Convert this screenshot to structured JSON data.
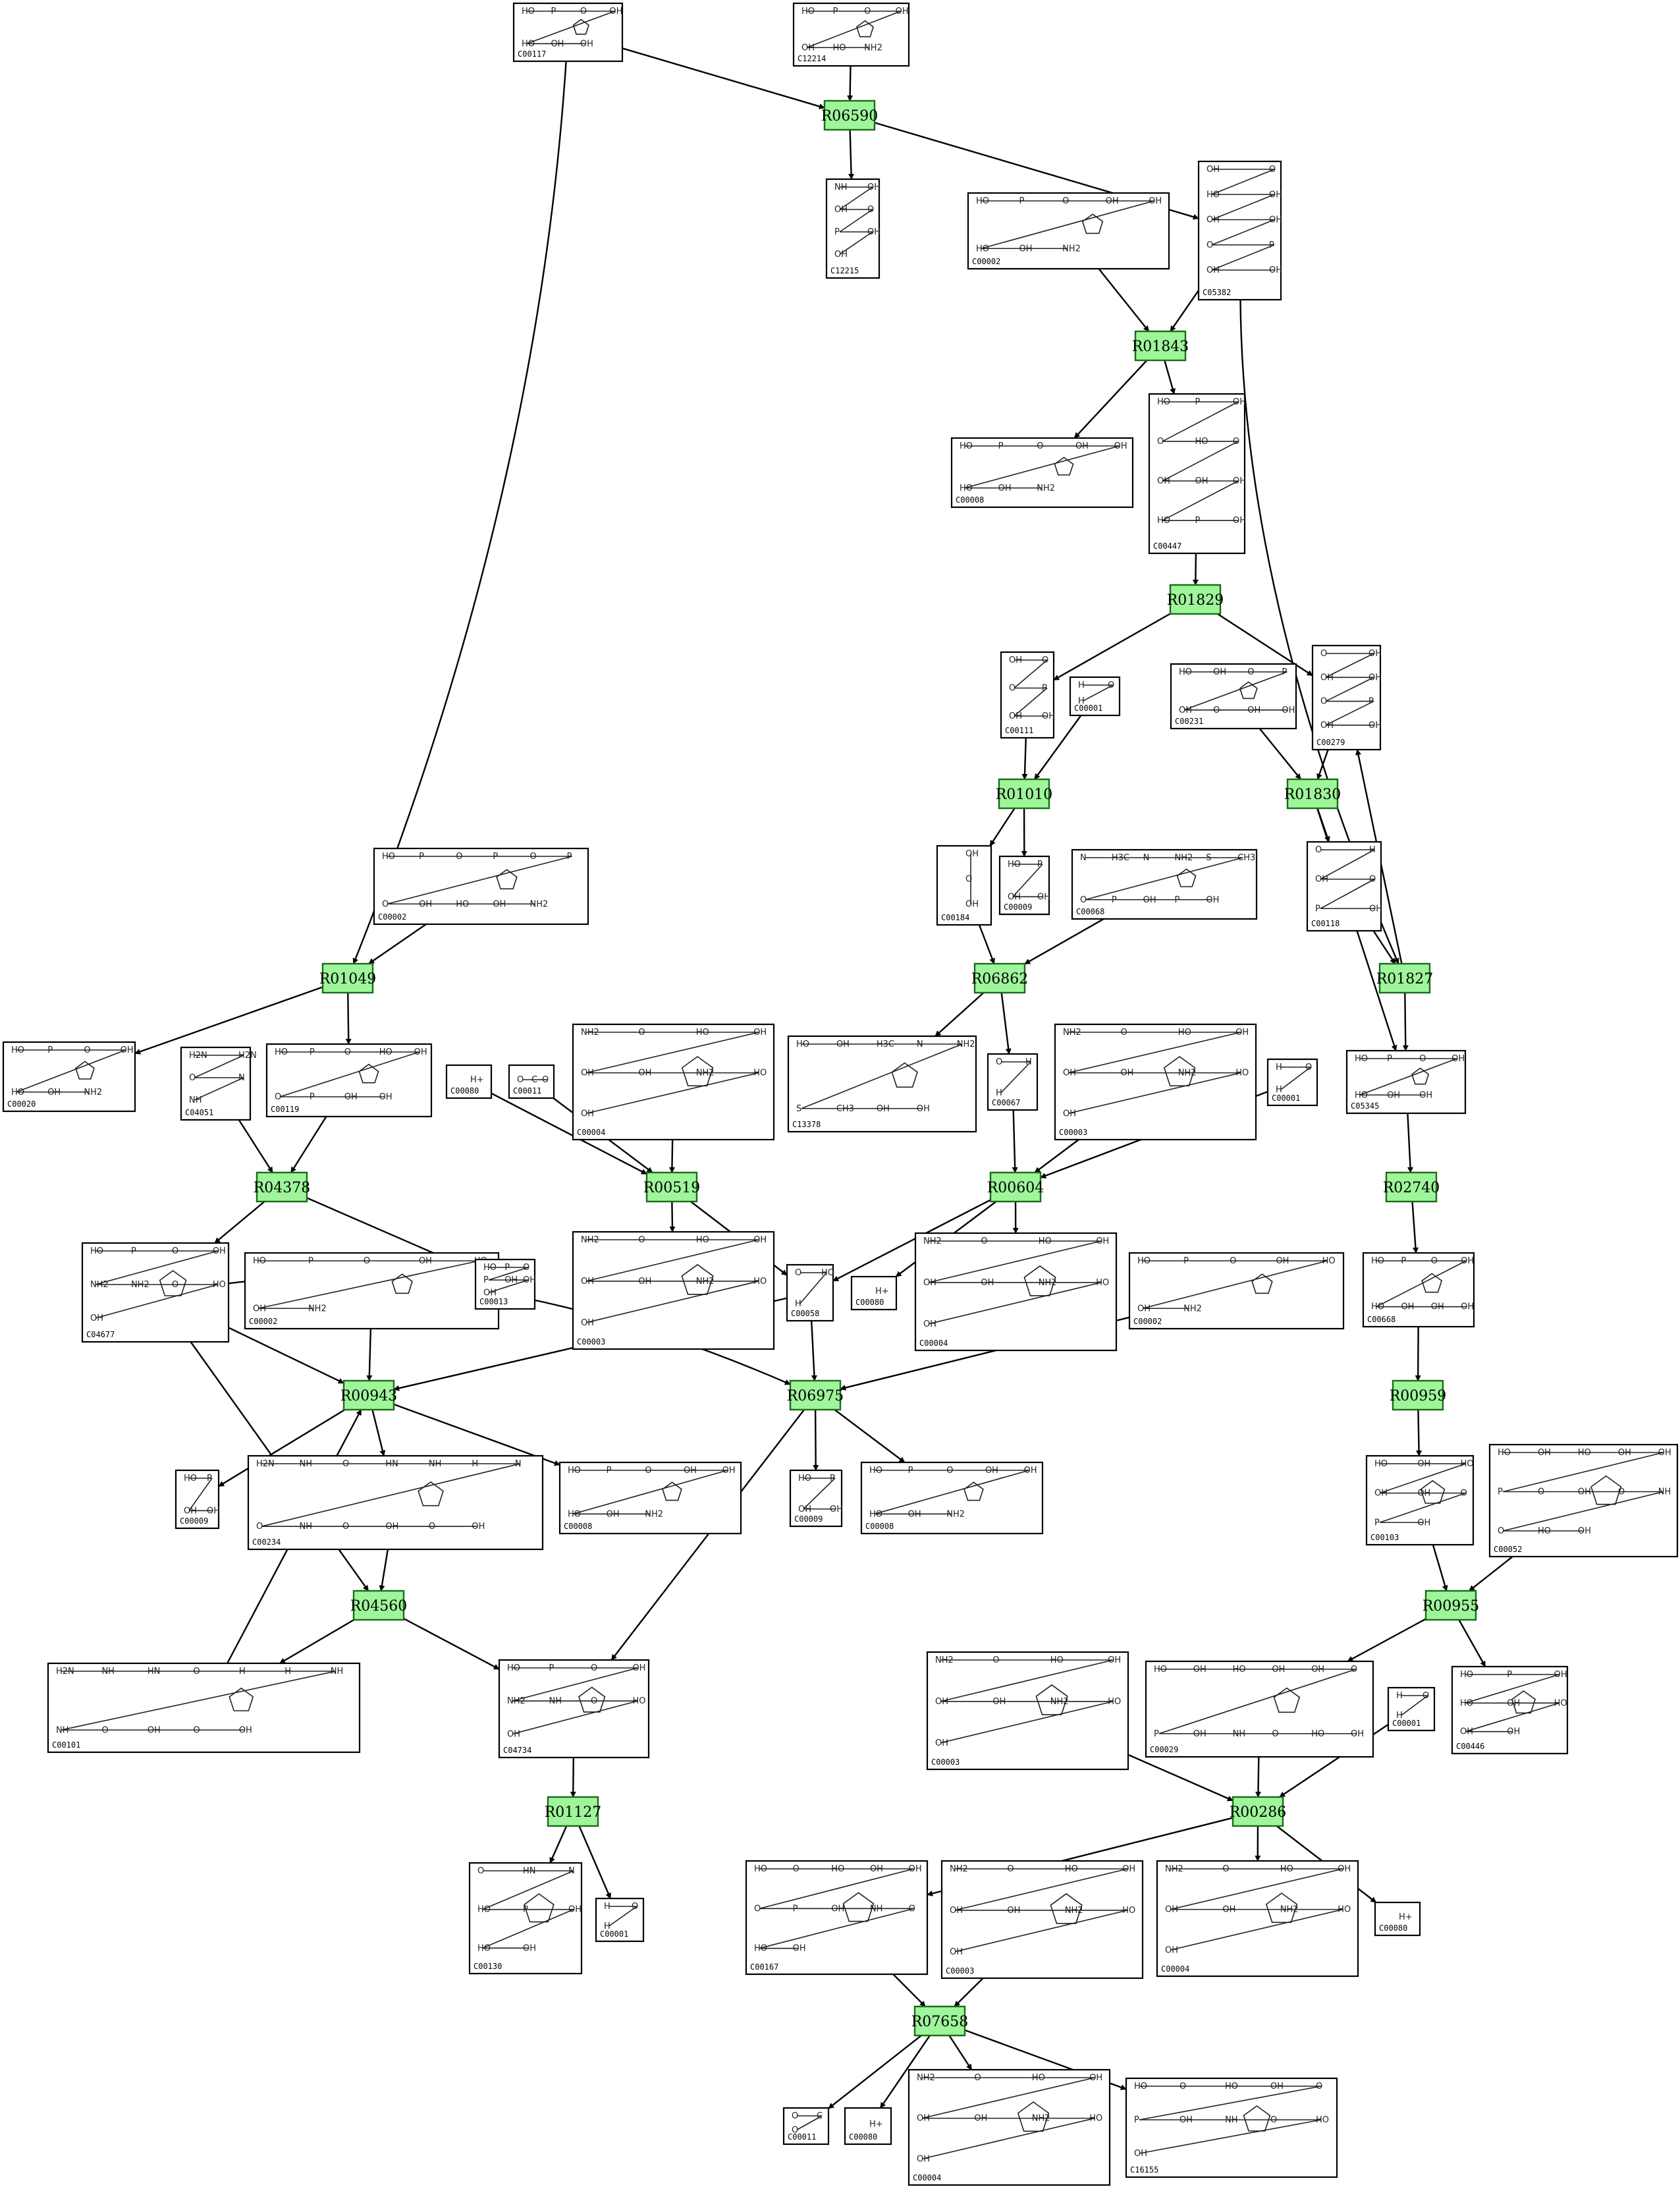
{
  "compounds": [
    {
      "id": "C00117",
      "atoms": [
        "HO",
        "P",
        "O",
        "OH",
        "HO",
        "OH",
        "OH"
      ]
    },
    {
      "id": "C12214",
      "atoms": [
        "HO",
        "P",
        "O",
        "OH",
        "OH",
        "HO",
        "NH2"
      ]
    },
    {
      "id": "C12215",
      "atoms": [
        "NH",
        "OH",
        "OH",
        "O",
        "P",
        "OH",
        "OH"
      ]
    },
    {
      "id": "C00002a",
      "text": "C00002",
      "atoms": [
        "HO",
        "P",
        "O",
        "OH",
        "OH",
        "HO",
        "OH",
        "NH2"
      ]
    },
    {
      "id": "C05382",
      "atoms": [
        "OH",
        "O",
        "HO",
        "OH",
        "OH",
        "OH",
        "O",
        "P",
        "OH",
        "OH"
      ]
    },
    {
      "id": "C00008a",
      "text": "C00008",
      "atoms": [
        "HO",
        "P",
        "O",
        "OH",
        "OH",
        "HO",
        "OH",
        "NH2"
      ]
    },
    {
      "id": "C00447",
      "atoms": [
        "HO",
        "P",
        "OH",
        "O",
        "HO",
        "O",
        "OH",
        "OH",
        "OH",
        "HO",
        "P",
        "OH"
      ]
    },
    {
      "id": "C00111",
      "atoms": [
        "OH",
        "O",
        "O",
        "P",
        "OH",
        "OH"
      ]
    },
    {
      "id": "C00001a",
      "text": "C00001",
      "atoms": [
        "H",
        "O",
        "H"
      ]
    },
    {
      "id": "C00231",
      "atoms": [
        "HO",
        "OH",
        "O",
        "P",
        "OH",
        "O",
        "OH",
        "OH"
      ]
    },
    {
      "id": "C00279",
      "atoms": [
        "O",
        "OH",
        "OH",
        "OH",
        "O",
        "P",
        "OH",
        "OH"
      ]
    },
    {
      "id": "C00184",
      "atoms": [
        "OH",
        "O",
        "OH"
      ]
    },
    {
      "id": "C00009a",
      "text": "C00009",
      "atoms": [
        "HO",
        "P",
        "OH",
        "OH"
      ]
    },
    {
      "id": "C00068",
      "atoms": [
        "N",
        "H3C",
        "N",
        "NH2",
        "S",
        "CH3",
        "O",
        "P",
        "OH",
        "P",
        "OH"
      ]
    },
    {
      "id": "C00118",
      "atoms": [
        "O",
        "H",
        "OH",
        "O",
        "P",
        "OH"
      ]
    },
    {
      "id": "C00002b",
      "text": "C00002",
      "atoms": [
        "HO",
        "P",
        "O",
        "P",
        "O",
        "P",
        "O",
        "OH",
        "HO",
        "OH",
        "NH2"
      ]
    },
    {
      "id": "C00020",
      "atoms": [
        "HO",
        "P",
        "O",
        "OH",
        "HO",
        "OH",
        "NH2"
      ]
    },
    {
      "id": "C04051",
      "atoms": [
        "H2N",
        "H2N",
        "O",
        "N",
        "NH"
      ]
    },
    {
      "id": "C00119",
      "atoms": [
        "HO",
        "P",
        "O",
        "HO",
        "OH",
        "O",
        "P",
        "OH",
        "OH"
      ]
    },
    {
      "id": "C00004a",
      "text": "C00004",
      "atoms": [
        "NH2",
        "O",
        "HO",
        "OH",
        "OH",
        "OH",
        "NH2",
        "HO",
        "OH"
      ]
    },
    {
      "id": "C13378",
      "atoms": [
        "HO",
        "OH",
        "H3C",
        "N",
        "NH2",
        "S",
        "CH3",
        "OH",
        "OH"
      ]
    },
    {
      "id": "C00067",
      "atoms": [
        "O",
        "H",
        "H"
      ]
    },
    {
      "id": "C00003a",
      "text": "C00003",
      "atoms": [
        "NH2",
        "O",
        "HO",
        "OH",
        "OH",
        "OH",
        "NH2",
        "HO",
        "OH"
      ]
    },
    {
      "id": "C00001b",
      "text": "C00001",
      "atoms": [
        "H",
        "O",
        "H"
      ]
    },
    {
      "id": "C05345",
      "atoms": [
        "HO",
        "P",
        "O",
        "OH",
        "HO",
        "OH",
        "OH"
      ]
    },
    {
      "id": "C00080a",
      "text": "C00080",
      "atoms": [
        "H+"
      ]
    },
    {
      "id": "C00011a",
      "text": "C00011",
      "atoms": [
        "O",
        "C",
        "O"
      ]
    },
    {
      "id": "C04677",
      "atoms": [
        "HO",
        "P",
        "O",
        "OH",
        "NH2",
        "NH2",
        "O",
        "HO",
        "OH"
      ]
    },
    {
      "id": "C00002c",
      "text": "C00002",
      "atoms": [
        "HO",
        "P",
        "O",
        "OH",
        "HO",
        "OH",
        "NH2"
      ]
    },
    {
      "id": "C00013",
      "atoms": [
        "HO",
        "P",
        "O",
        "P",
        "OH",
        "OH",
        "OH"
      ]
    },
    {
      "id": "C00003b",
      "text": "C00003",
      "atoms": [
        "NH2",
        "O",
        "HO",
        "OH",
        "OH",
        "OH",
        "NH2",
        "HO",
        "OH"
      ]
    },
    {
      "id": "C00058",
      "atoms": [
        "O",
        "HO",
        "H"
      ]
    },
    {
      "id": "C00080b",
      "text": "C00080",
      "atoms": [
        "H+"
      ]
    },
    {
      "id": "C00004b",
      "text": "C00004",
      "atoms": [
        "NH2",
        "O",
        "HO",
        "OH",
        "OH",
        "OH",
        "NH2",
        "HO",
        "OH"
      ]
    },
    {
      "id": "C00002d",
      "text": "C00002",
      "atoms": [
        "HO",
        "P",
        "O",
        "OH",
        "HO",
        "OH",
        "NH2"
      ]
    },
    {
      "id": "C00668",
      "atoms": [
        "HO",
        "P",
        "O",
        "OH",
        "HO",
        "OH",
        "OH",
        "OH"
      ]
    },
    {
      "id": "C00009b",
      "text": "C00009",
      "atoms": [
        "HO",
        "P",
        "OH",
        "OH"
      ]
    },
    {
      "id": "C00234",
      "atoms": [
        "H2N",
        "NH",
        "O",
        "HN",
        "NH",
        "H",
        "N",
        "O",
        "NH",
        "O",
        "OH",
        "O",
        "OH"
      ]
    },
    {
      "id": "C00008b",
      "text": "C00008",
      "atoms": [
        "HO",
        "P",
        "O",
        "OH",
        "OH",
        "HO",
        "OH",
        "NH2"
      ]
    },
    {
      "id": "C00009c",
      "text": "C00009",
      "atoms": [
        "HO",
        "P",
        "OH",
        "OH"
      ]
    },
    {
      "id": "C00008c",
      "text": "C00008",
      "atoms": [
        "HO",
        "P",
        "O",
        "OH",
        "OH",
        "HO",
        "OH",
        "NH2"
      ]
    },
    {
      "id": "C00103",
      "atoms": [
        "HO",
        "OH",
        "HO",
        "OH",
        "OH",
        "O",
        "P",
        "OH"
      ]
    },
    {
      "id": "C00052",
      "atoms": [
        "HO",
        "OH",
        "HO",
        "OH",
        "OH",
        "P",
        "O",
        "OH",
        "O",
        "NH",
        "O",
        "HO",
        "OH"
      ]
    },
    {
      "id": "C00101",
      "atoms": [
        "H2N",
        "NH",
        "HN",
        "O",
        "H",
        "H",
        "NH",
        "NH",
        "O",
        "OH",
        "O",
        "OH"
      ]
    },
    {
      "id": "C04734",
      "atoms": [
        "HO",
        "P",
        "O",
        "OH",
        "NH2",
        "NH",
        "O",
        "HO",
        "OH"
      ]
    },
    {
      "id": "C00003c",
      "text": "C00003",
      "atoms": [
        "NH2",
        "O",
        "HO",
        "OH",
        "OH",
        "OH",
        "NH2",
        "HO",
        "OH"
      ]
    },
    {
      "id": "C00029",
      "atoms": [
        "HO",
        "OH",
        "HO",
        "OH",
        "OH",
        "O",
        "P",
        "OH",
        "NH",
        "O",
        "HO",
        "OH"
      ]
    },
    {
      "id": "C00001c",
      "text": "C00001",
      "atoms": [
        "H",
        "O",
        "H"
      ]
    },
    {
      "id": "C00446",
      "atoms": [
        "HO",
        "P",
        "OH",
        "HO",
        "OH",
        "HO",
        "OH",
        "OH"
      ]
    },
    {
      "id": "C00130",
      "atoms": [
        "O",
        "HN",
        "N",
        "HO",
        "P",
        "OH",
        "HO",
        "OH"
      ]
    },
    {
      "id": "C00001d",
      "text": "C00001",
      "atoms": [
        "H",
        "O",
        "H"
      ]
    },
    {
      "id": "C00167",
      "atoms": [
        "HO",
        "O",
        "HO",
        "OH",
        "OH",
        "O",
        "P",
        "OH",
        "NH",
        "O",
        "HO",
        "OH"
      ]
    },
    {
      "id": "C00003d",
      "text": "C00003",
      "atoms": [
        "NH2",
        "O",
        "HO",
        "OH",
        "OH",
        "OH",
        "NH2",
        "HO",
        "OH"
      ]
    },
    {
      "id": "C00004c",
      "text": "C00004",
      "atoms": [
        "NH2",
        "O",
        "HO",
        "OH",
        "OH",
        "OH",
        "NH2",
        "HO",
        "OH"
      ]
    },
    {
      "id": "C00080c",
      "text": "C00080",
      "atoms": [
        "H+"
      ]
    },
    {
      "id": "C00011b",
      "text": "C00011",
      "atoms": [
        "O",
        "C",
        "O"
      ]
    },
    {
      "id": "C00080d",
      "text": "C00080",
      "atoms": [
        "H+"
      ]
    },
    {
      "id": "C00004d",
      "text": "C00004",
      "atoms": [
        "NH2",
        "O",
        "HO",
        "OH",
        "OH",
        "OH",
        "NH2",
        "HO",
        "OH"
      ]
    },
    {
      "id": "C16155",
      "atoms": [
        "HO",
        "O",
        "HO",
        "OH",
        "O",
        "P",
        "OH",
        "NH",
        "O",
        "HO",
        "OH"
      ]
    }
  ],
  "reactions": [
    "R06590",
    "R01843",
    "R01829",
    "R01010",
    "R01830",
    "R01049",
    "R06862",
    "R01827",
    "R04378",
    "R00519",
    "R00604",
    "R02740",
    "R00943",
    "R06975",
    "R00959",
    "R04560",
    "R00955",
    "R01127",
    "R00286",
    "R07658"
  ],
  "edges": [
    [
      "C00117",
      "R06590"
    ],
    [
      "C12214",
      "R06590"
    ],
    [
      "R06590",
      "C12215"
    ],
    [
      "R06590",
      "C05382"
    ],
    [
      "C00002a",
      "R01843"
    ],
    [
      "C05382",
      "R01843"
    ],
    [
      "R01843",
      "C00008a"
    ],
    [
      "R01843",
      "C00447"
    ],
    [
      "C00447",
      "R01829"
    ],
    [
      "R01829",
      "C00111"
    ],
    [
      "R01829",
      "C00279"
    ],
    [
      "C00111",
      "R01010"
    ],
    [
      "C00001a",
      "R01010"
    ],
    [
      "R01010",
      "C00184"
    ],
    [
      "R01010",
      "C00009a"
    ],
    [
      "C00231",
      "R01830"
    ],
    [
      "C00279",
      "R01830"
    ],
    [
      "R01830",
      "C00118"
    ],
    [
      "R01830",
      "C05345"
    ],
    [
      "C00117",
      "R01049"
    ],
    [
      "C00002b",
      "R01049"
    ],
    [
      "R01049",
      "C00020"
    ],
    [
      "R01049",
      "C00119"
    ],
    [
      "C00184",
      "R06862"
    ],
    [
      "C00068",
      "R06862"
    ],
    [
      "R06862",
      "C13378"
    ],
    [
      "R06862",
      "C00067"
    ],
    [
      "C05382",
      "R01827"
    ],
    [
      "C00118",
      "R01827"
    ],
    [
      "R01827",
      "C00279"
    ],
    [
      "R01827",
      "C05345"
    ],
    [
      "C04051",
      "R04378"
    ],
    [
      "C00119",
      "R04378"
    ],
    [
      "R04378",
      "C04677"
    ],
    [
      "R04378",
      "C00013"
    ],
    [
      "C00080a",
      "R00519"
    ],
    [
      "C00011a",
      "R00519"
    ],
    [
      "C00004a",
      "R00519"
    ],
    [
      "R00519",
      "C00003b"
    ],
    [
      "R00519",
      "C00058"
    ],
    [
      "C00067",
      "R00604"
    ],
    [
      "C00003a",
      "R00604"
    ],
    [
      "C00001b",
      "R00604"
    ],
    [
      "R00604",
      "C00058"
    ],
    [
      "R00604",
      "C00080b"
    ],
    [
      "R00604",
      "C00004b"
    ],
    [
      "C05345",
      "R02740"
    ],
    [
      "R02740",
      "C00668"
    ],
    [
      "C04677",
      "R00943"
    ],
    [
      "C00002c",
      "R00943"
    ],
    [
      "C00058",
      "R00943"
    ],
    [
      "C00101",
      "R00943"
    ],
    [
      "R00943",
      "C00009b"
    ],
    [
      "R00943",
      "C00234"
    ],
    [
      "R00943",
      "C00008b"
    ],
    [
      "C04677",
      "R06975"
    ],
    [
      "C00058",
      "R06975"
    ],
    [
      "C00002d",
      "R06975"
    ],
    [
      "R06975",
      "C00009c"
    ],
    [
      "R06975",
      "C00008c"
    ],
    [
      "R06975",
      "C04734"
    ],
    [
      "C00668",
      "R00959"
    ],
    [
      "R00959",
      "C00103"
    ],
    [
      "C04677",
      "R04560"
    ],
    [
      "C00234",
      "R04560"
    ],
    [
      "R04560",
      "C00101"
    ],
    [
      "R04560",
      "C04734"
    ],
    [
      "C00103",
      "R00955"
    ],
    [
      "C00052",
      "R00955"
    ],
    [
      "R00955",
      "C00029"
    ],
    [
      "R00955",
      "C00446"
    ],
    [
      "C04734",
      "R01127"
    ],
    [
      "R01127",
      "C00130"
    ],
    [
      "R01127",
      "C00001d"
    ],
    [
      "C00003c",
      "R00286"
    ],
    [
      "C00029",
      "R00286"
    ],
    [
      "C00001c",
      "R00286"
    ],
    [
      "R00286",
      "C00167"
    ],
    [
      "R00286",
      "C00004c"
    ],
    [
      "R00286",
      "C00080c"
    ],
    [
      "C00167",
      "R07658"
    ],
    [
      "C00003d",
      "R07658"
    ],
    [
      "R07658",
      "C00011b"
    ],
    [
      "R07658",
      "C00080d"
    ],
    [
      "R07658",
      "C00004d"
    ],
    [
      "R07658",
      "C16155"
    ]
  ]
}
